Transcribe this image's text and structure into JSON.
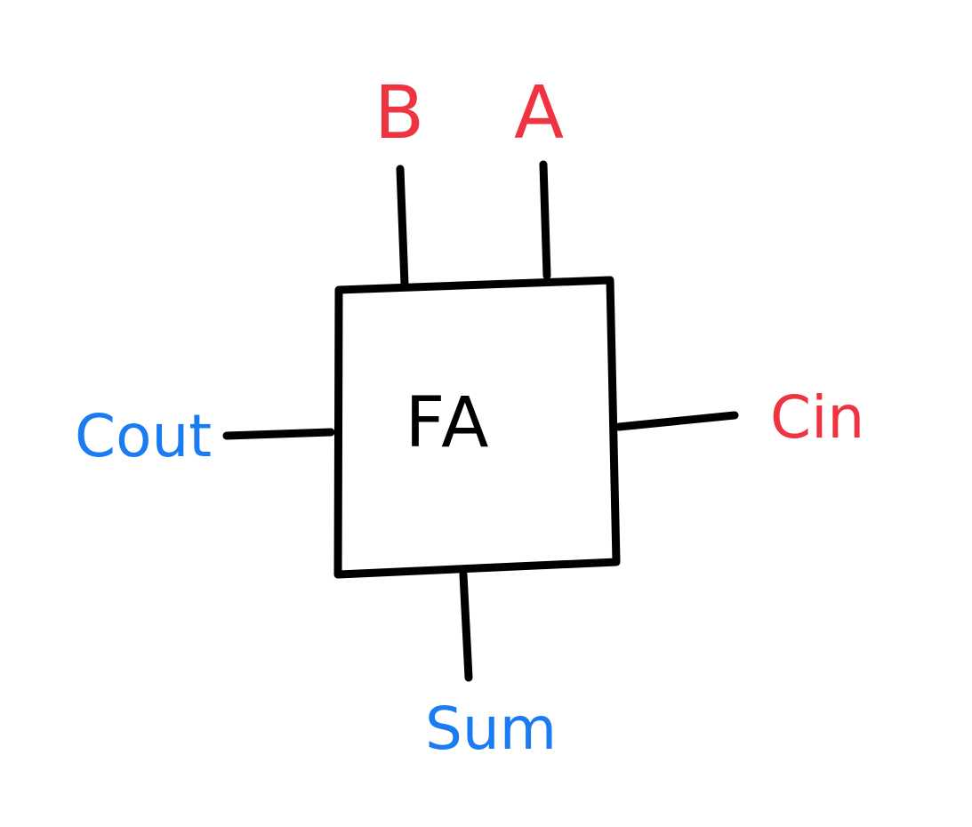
{
  "colors": {
    "input": "#ef3340",
    "output": "#1a7cf0",
    "block": "#000000",
    "background": "#ffffff"
  },
  "block": {
    "label": "FA"
  },
  "ports": {
    "a": {
      "label": "A",
      "kind": "input"
    },
    "b": {
      "label": "B",
      "kind": "input"
    },
    "cin": {
      "label": "Cin",
      "kind": "input"
    },
    "cout": {
      "label": "Cout",
      "kind": "output"
    },
    "sum": {
      "label": "Sum",
      "kind": "output"
    }
  }
}
